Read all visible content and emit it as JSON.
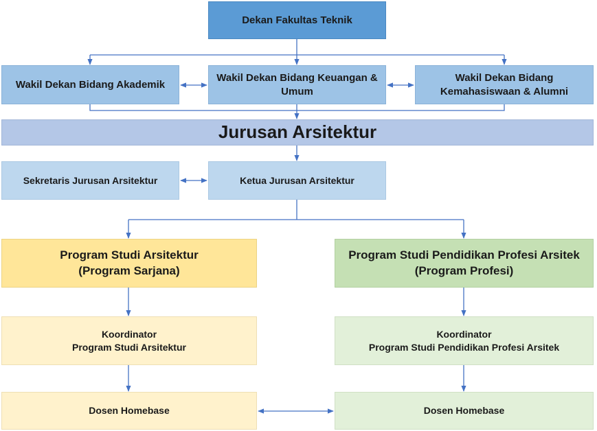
{
  "dean": {
    "label": "Dekan Fakultas Teknik"
  },
  "vice_deans": [
    {
      "lines": [
        "Wakil Dekan Bidang Akademik"
      ]
    },
    {
      "lines": [
        "Wakil Dekan Bidang Keuangan &",
        "Umum"
      ]
    },
    {
      "lines": [
        "Wakil Dekan Bidang",
        "Kemahasiswaan & Alumni"
      ]
    }
  ],
  "department": {
    "label": "Jurusan Arsitektur"
  },
  "secretary": {
    "label": "Sekretaris Jurusan Arsitektur"
  },
  "head": {
    "label": "Ketua Jurusan Arsitektur"
  },
  "programs": [
    {
      "lines": [
        "Program Studi Arsitektur",
        "(Program Sarjana)"
      ],
      "coordinator": [
        "Koordinator",
        "Program Studi Arsitektur"
      ],
      "lecturers": "Dosen Homebase",
      "colors": {
        "program": "#ffe699",
        "coordinator": "#fff2cc",
        "lecturers": "#fff2cc"
      }
    },
    {
      "lines": [
        "Program Studi Pendidikan Profesi Arsitek",
        "(Program Profesi)"
      ],
      "coordinator": [
        "Koordinator",
        "Program Studi Pendidikan Profesi Arsitek"
      ],
      "lecturers": "Dosen Homebase",
      "colors": {
        "program": "#c5e0b4",
        "coordinator": "#e2f0d9",
        "lecturers": "#e2f0d9"
      }
    }
  ],
  "colors": {
    "dean": "#5b9bd5",
    "vice_dean": "#9dc3e6",
    "department": "#b4c7e7",
    "secretary_head": "#bdd7ee",
    "connector": "#4472c4"
  }
}
